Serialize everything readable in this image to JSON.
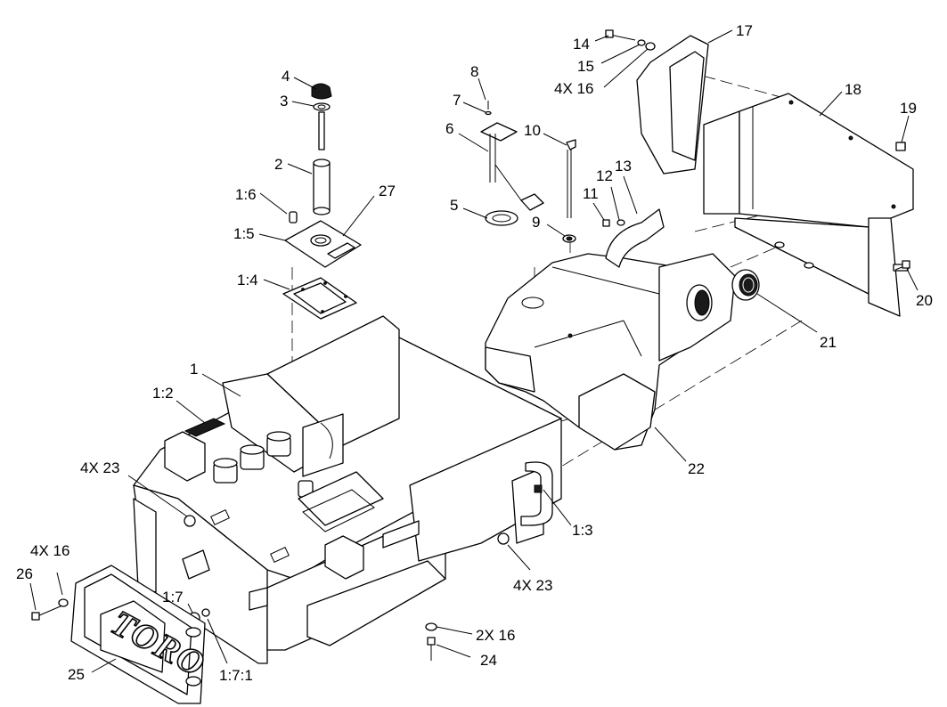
{
  "diagram": {
    "logo_text": "TORO",
    "callouts": [
      {
        "id": "c4",
        "text": "4"
      },
      {
        "id": "c3",
        "text": "3"
      },
      {
        "id": "c2",
        "text": "2"
      },
      {
        "id": "c1_6",
        "text": "1:6"
      },
      {
        "id": "c27",
        "text": "27"
      },
      {
        "id": "c1_5",
        "text": "1:5"
      },
      {
        "id": "c1_4",
        "text": "1:4"
      },
      {
        "id": "c1",
        "text": "1"
      },
      {
        "id": "c1_2",
        "text": "1:2"
      },
      {
        "id": "c4x23a",
        "text": "4X 23"
      },
      {
        "id": "c4x16a",
        "text": "4X 16"
      },
      {
        "id": "c26",
        "text": "26"
      },
      {
        "id": "c1_7",
        "text": "1:7"
      },
      {
        "id": "c1_7_1",
        "text": "1:7:1"
      },
      {
        "id": "c25",
        "text": "25"
      },
      {
        "id": "c8",
        "text": "8"
      },
      {
        "id": "c7",
        "text": "7"
      },
      {
        "id": "c6",
        "text": "6"
      },
      {
        "id": "c10",
        "text": "10"
      },
      {
        "id": "c5",
        "text": "5"
      },
      {
        "id": "c9",
        "text": "9"
      },
      {
        "id": "c14",
        "text": "14"
      },
      {
        "id": "c15",
        "text": "15"
      },
      {
        "id": "c4x16b",
        "text": "4X 16"
      },
      {
        "id": "c17",
        "text": "17"
      },
      {
        "id": "c18",
        "text": "18"
      },
      {
        "id": "c19",
        "text": "19"
      },
      {
        "id": "c13",
        "text": "13"
      },
      {
        "id": "c12",
        "text": "12"
      },
      {
        "id": "c11",
        "text": "11"
      },
      {
        "id": "c20",
        "text": "20"
      },
      {
        "id": "c21",
        "text": "21"
      },
      {
        "id": "c22",
        "text": "22"
      },
      {
        "id": "c1_3",
        "text": "1:3"
      },
      {
        "id": "c4x23b",
        "text": "4X 23"
      },
      {
        "id": "c2x16",
        "text": "2X 16"
      },
      {
        "id": "c24",
        "text": "24"
      }
    ]
  }
}
